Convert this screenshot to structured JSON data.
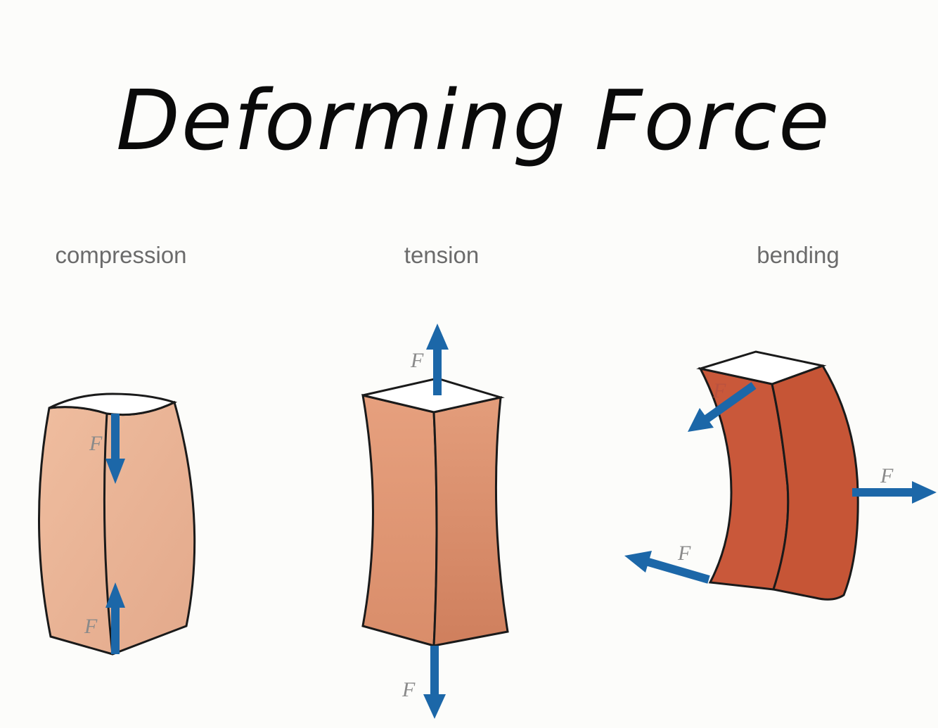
{
  "title": "Deforming Force",
  "panels": [
    {
      "label": "compression",
      "force_top": "F",
      "force_bottom": "F"
    },
    {
      "label": "tension",
      "force_top": "F",
      "force_bottom": "F"
    },
    {
      "label": "bending",
      "force_top": "F",
      "force_right": "F",
      "force_left": "F"
    }
  ],
  "colors": {
    "arrow": "#1c67a8",
    "compression_fill": "#ebb496",
    "tension_fill": "#db9270",
    "bending_fill": "#c9583a",
    "background": "#fcfcfa"
  }
}
